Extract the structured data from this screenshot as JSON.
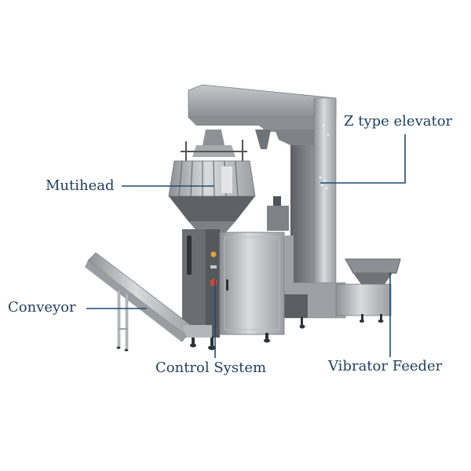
{
  "diagram": {
    "subject": "Vertical packing machine with multihead weigher",
    "colors": {
      "label_text": "#1c3d5e",
      "leader_line": "#1f4a72",
      "steel_light": "#d4d6d8",
      "steel_mid": "#a9adb1",
      "steel_dark": "#6f7377",
      "background": "#ffffff"
    },
    "labels": [
      {
        "id": "z-elevator",
        "text": "Z type elevator"
      },
      {
        "id": "multihead",
        "text": "Mutihead"
      },
      {
        "id": "conveyor",
        "text": "Conveyor"
      },
      {
        "id": "control-system",
        "text": "Control System"
      },
      {
        "id": "vibrator-feeder",
        "text": "Vibrator Feeder"
      }
    ]
  }
}
